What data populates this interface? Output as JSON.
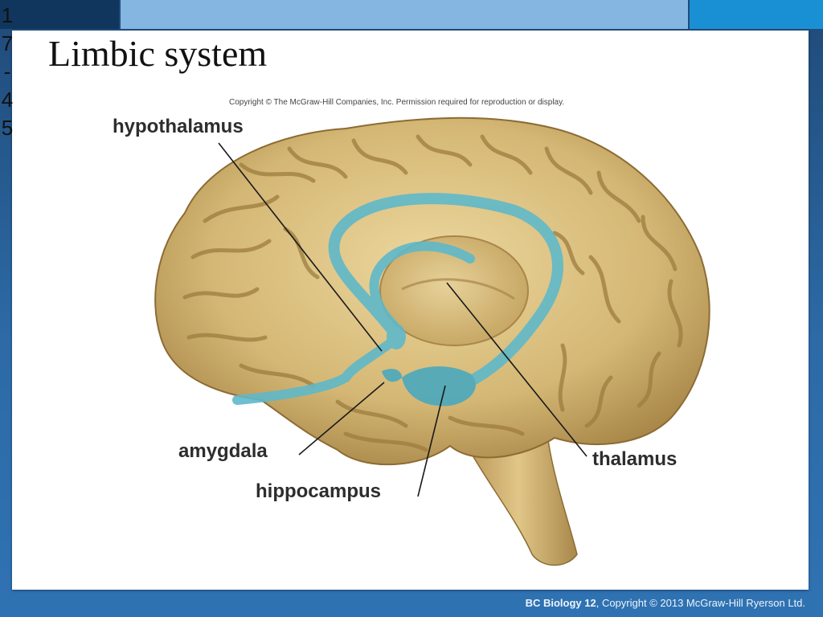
{
  "slide": {
    "number_chars": [
      "1",
      "7",
      "-",
      "4",
      "5"
    ],
    "title": "Limbic system",
    "copyright_note": "Copyright © The McGraw-Hill Companies, Inc. Permission required for reproduction or display.",
    "labels": {
      "hypothalamus": "hypothalamus",
      "amygdala": "amygdala",
      "hippocampus": "hippocampus",
      "thalamus": "thalamus"
    },
    "footer": {
      "course": "BC Biology 12",
      "rest": ", Copyright © 2013 McGraw-Hill Ryerson Ltd."
    }
  },
  "colors": {
    "header_dark": "#10365e",
    "header_light": "#85b6e1",
    "header_accent": "#1a90d4",
    "background": "#2d6aa6",
    "brain": "#d9be7d",
    "limbic": "#5fb8c9"
  },
  "icons": {
    "brain": "brain-illustration",
    "limbic": "limbic-structure-illustration"
  }
}
